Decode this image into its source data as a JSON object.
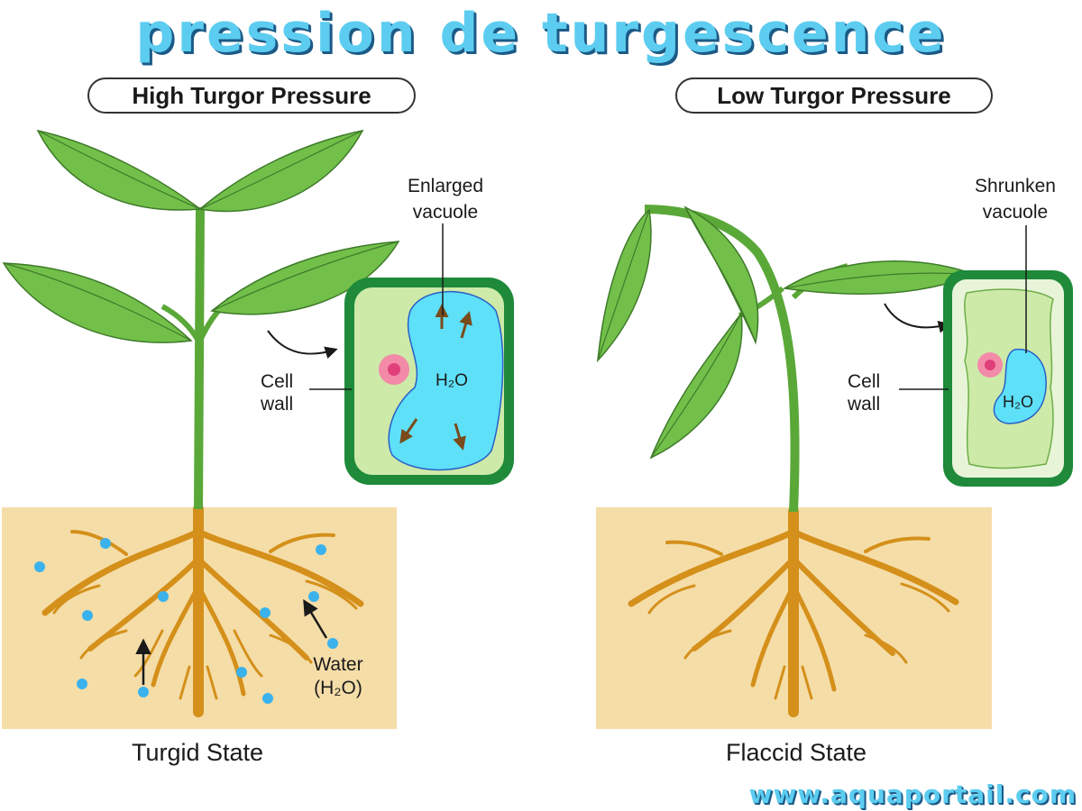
{
  "title": "pression de turgescence",
  "panels": {
    "high": {
      "heading": "High Turgor Pressure",
      "state": "Turgid State",
      "vacuole_label_line1": "Enlarged",
      "vacuole_label_line2": "vacuole",
      "cell_wall_line1": "Cell",
      "cell_wall_line2": "wall",
      "water_label_line1": "Water",
      "water_label_line2": "(H₂O)",
      "h2o": "H₂O"
    },
    "low": {
      "heading": "Low Turgor Pressure",
      "state": "Flaccid State",
      "vacuole_label_line1": "Shrunken",
      "vacuole_label_line2": "vacuole",
      "cell_wall_line1": "Cell",
      "cell_wall_line2": "wall",
      "h2o": "H₂O"
    }
  },
  "watermark": "www.aquaportail.com",
  "colors": {
    "soil": "#f5dda8",
    "root": "#d4901a",
    "stem": "#5aa838",
    "leaf": "#72c04a",
    "cell_wall": "#1e8a3a",
    "cytoplasm": "#cdeaa8",
    "vacuole": "#5ee0f8",
    "nucleus": "#f28aa8",
    "water_drop": "#3bb2ec"
  }
}
